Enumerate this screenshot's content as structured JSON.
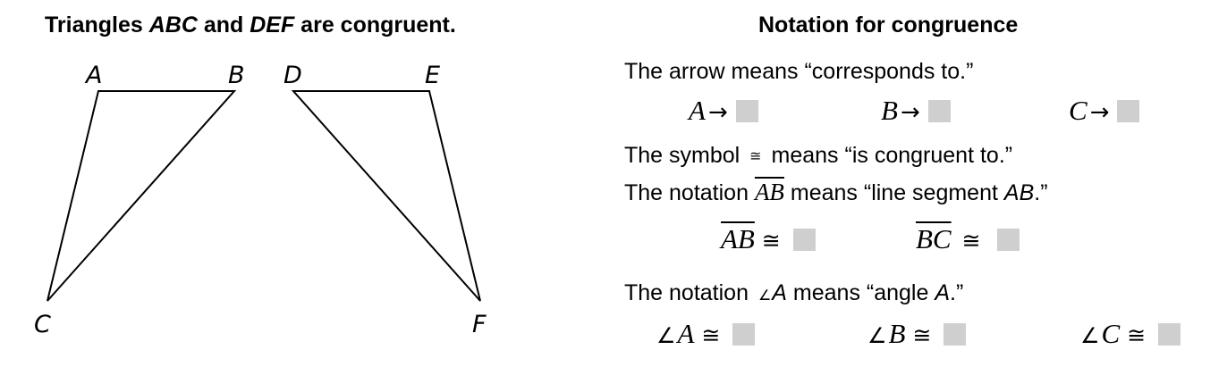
{
  "left_title": {
    "prefix": "Triangles ",
    "t1": "ABC",
    "mid": " and ",
    "t2": "DEF",
    "suffix": " are congruent."
  },
  "right_title": "Notation for congruence",
  "vertices": {
    "A": "A",
    "B": "B",
    "C": "C",
    "D": "D",
    "E": "E",
    "F": "F"
  },
  "arrow_line": {
    "text": "The arrow means “corresponds to.”"
  },
  "correspondences": [
    {
      "from": "A",
      "symbol": "→"
    },
    {
      "from": "B",
      "symbol": "→"
    },
    {
      "from": "C",
      "symbol": "→"
    }
  ],
  "symbol_line": {
    "prefix": "The symbol ",
    "symbol": "≅",
    "suffix": " means “is congruent to.”"
  },
  "segment_line": {
    "prefix": "The notation ",
    "segment": "AB",
    "mid": " means “line segment ",
    "name": "AB",
    "suffix": ".”"
  },
  "segment_congruences": [
    {
      "segment": "AB",
      "symbol": "≅"
    },
    {
      "segment": "BC",
      "symbol": "≅"
    }
  ],
  "angle_line": {
    "prefix": "The notation ",
    "angle_symbol": "∠",
    "angle": "A",
    "mid": " means “angle ",
    "name": "A",
    "suffix": ".”"
  },
  "angle_congruences": [
    {
      "angle_symbol": "∠",
      "vertex": "A",
      "symbol": "≅"
    },
    {
      "angle_symbol": "∠",
      "vertex": "B",
      "symbol": "≅"
    },
    {
      "angle_symbol": "∠",
      "vertex": "C",
      "symbol": "≅"
    }
  ],
  "colors": {
    "placeholder_box": "#cfcfcf",
    "line": "#000000"
  }
}
